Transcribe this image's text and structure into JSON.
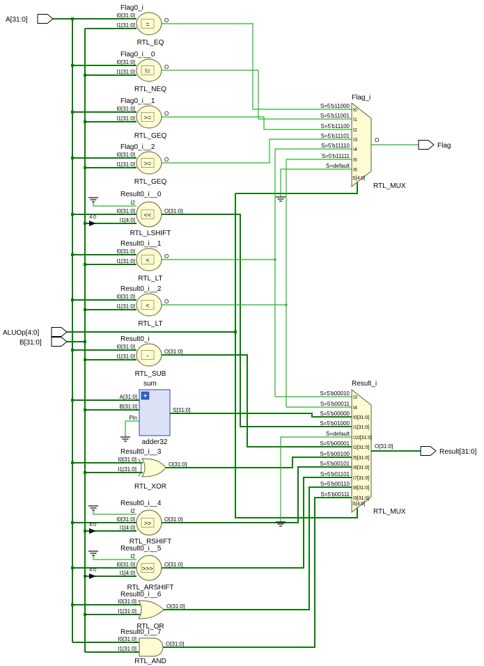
{
  "canvas": {
    "background": "#ffffff"
  },
  "colors": {
    "bus_wire": "#0a7a0a",
    "bit_wire": "#21b421",
    "block_fill": "#fdfcd2",
    "block_stroke": "#5c5c34",
    "module_fill": "#dbe2f6",
    "module_stroke": "#31418f",
    "badge_fill": "#2e62c9"
  },
  "ports": {
    "a": {
      "label": "A[31:0]"
    },
    "aluop": {
      "label": "ALUOp[4:0]"
    },
    "b": {
      "label": "B[31:0]"
    },
    "flag": {
      "label": "Flag"
    },
    "result": {
      "label": "Result[31:0]"
    }
  },
  "blocks": [
    {
      "name": "Flag0_i",
      "type": "RTL_EQ",
      "symbol": "=",
      "pins": {
        "i0": "I0[31:0]",
        "i1": "I1[31:0]",
        "o": "O"
      }
    },
    {
      "name": "Flag0_i__0",
      "type": "RTL_NEQ",
      "symbol": "!=",
      "pins": {
        "i0": "I0[31:0]",
        "i1": "I1[31:0]",
        "o": "O"
      }
    },
    {
      "name": "Flag0_i__1",
      "type": "RTL_GEQ",
      "symbol": ">=",
      "pins": {
        "i0": "I0[31:0]",
        "i1": "I1[31:0]",
        "o": "O"
      }
    },
    {
      "name": "Flag0_i__2",
      "type": "RTL_GEQ",
      "symbol": ">=",
      "pins": {
        "i0": "I0[31:0]",
        "i1": "I1[31:0]",
        "o": "O"
      }
    },
    {
      "name": "Result0_i__0",
      "type": "RTL_LSHIFT",
      "symbol": "<<",
      "pins": {
        "i2": "I2",
        "i0": "I0[31:0]",
        "i1": "I1[4:0]",
        "o": "O[31:0]"
      }
    },
    {
      "name": "Result0_i__1",
      "type": "RTL_LT",
      "symbol": "<",
      "pins": {
        "i0": "I0[31:0]",
        "i1": "I1[31:0]",
        "o": "O"
      }
    },
    {
      "name": "Result0_i__2",
      "type": "RTL_LT",
      "symbol": "<",
      "pins": {
        "i0": "I0[31:0]",
        "i1": "I1[31:0]",
        "o": "O"
      }
    },
    {
      "name": "Result0_i",
      "type": "RTL_SUB",
      "symbol": "-",
      "pins": {
        "i0": "I0[31:0]",
        "i1": "I1[31:0]",
        "o": "O[31:0]"
      }
    },
    {
      "name": "Result0_i__3",
      "type": "RTL_XOR",
      "symbol": "",
      "pins": {
        "i0": "I0[31:0]",
        "i1": "I1[31:0]",
        "o": "O[31:0]"
      }
    },
    {
      "name": "Result0_i__4",
      "type": "RTL_RSHIFT",
      "symbol": ">>",
      "pins": {
        "i2": "I2",
        "i0": "I0[31:0]",
        "i1": "I1[4:0]",
        "o": "O[31:0]"
      }
    },
    {
      "name": "Result0_i__5",
      "type": "RTL_ARSHIFT",
      "symbol": ">>>",
      "pins": {
        "i2": "I2",
        "i0": "I0[31:0]",
        "i1": "I1[4:0]",
        "o": "O[31:0]"
      }
    },
    {
      "name": "Result0_i__6",
      "type": "RTL_OR",
      "symbol": "",
      "pins": {
        "i0": "I0[31:0]",
        "i1": "I1[31:0]",
        "o": "O[31:0]"
      }
    },
    {
      "name": "Result0_i__7",
      "type": "RTL_AND",
      "symbol": "",
      "pins": {
        "i0": "I0[31:0]",
        "i1": "I1[31:0]",
        "o": "O[31:0]"
      }
    }
  ],
  "adder": {
    "name": "sum",
    "type": "adder32",
    "badge": "+",
    "pins": {
      "a": "A[31:0]",
      "b": "B[31:0]",
      "cin": "Pin",
      "s": "S[31:0]"
    }
  },
  "muxes": {
    "flag": {
      "name": "Flag_i",
      "type": "RTL_MUX",
      "out_pin": "O",
      "sel_pin": "S[4:0]",
      "inputs": [
        {
          "sel": "S=5'b11000",
          "pin": "I0"
        },
        {
          "sel": "S=5'b11001",
          "pin": "I1"
        },
        {
          "sel": "S=5'b11100",
          "pin": "I2"
        },
        {
          "sel": "S=5'b11101",
          "pin": "I3"
        },
        {
          "sel": "S=5'b11110",
          "pin": "I4"
        },
        {
          "sel": "S=5'b11111",
          "pin": "I5"
        },
        {
          "sel": "S=default",
          "pin": "I6"
        }
      ]
    },
    "result": {
      "name": "Result_i",
      "type": "RTL_MUX",
      "out_pin": "O[31:0]",
      "sel_pin": "S[4:0]",
      "inputs": [
        {
          "sel": "S=5'b00010",
          "pin": "I3"
        },
        {
          "sel": "S=5'b00011",
          "pin": "I4"
        },
        {
          "sel": "S=5'b00000",
          "pin": "I0[31:0]"
        },
        {
          "sel": "S=5'b01000",
          "pin": "I1[31:0]"
        },
        {
          "sel": "S=default",
          "pin": "I10[31:0]"
        },
        {
          "sel": "S=5'b00001",
          "pin": "I2[31:0]"
        },
        {
          "sel": "S=5'b00100",
          "pin": "I5[31:0]"
        },
        {
          "sel": "S=5'b00101",
          "pin": "I6[31:0]"
        },
        {
          "sel": "S=5'b01101",
          "pin": "I7[31:0]"
        },
        {
          "sel": "S=5'b00110",
          "pin": "I8[31:0]"
        },
        {
          "sel": "S=5'b00111",
          "pin": "I9[31:0]"
        }
      ]
    }
  },
  "bus_taps": {
    "slice": "4:0"
  }
}
